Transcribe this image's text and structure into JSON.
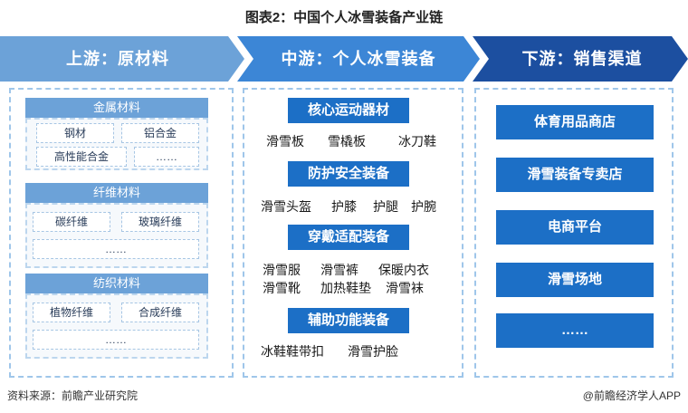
{
  "title": "图表2：中国个人冰雪装备产业链",
  "colors": {
    "chevron_light": "#6ca2d8",
    "chevron_mid": "#3c86d6",
    "chevron_dark": "#1c4fa0",
    "box_blue": "#1c6fc6",
    "dash": "#9fc6ea"
  },
  "stages": {
    "upstream": "上游：原材料",
    "midstream": "中游：个人冰雪装备",
    "downstream": "下游：销售渠道"
  },
  "upstream": {
    "metal": {
      "title": "金属材料",
      "items": [
        "钢材",
        "铝合金",
        "高性能合金",
        "……"
      ]
    },
    "fiber": {
      "title": "纤维材料",
      "items": [
        "碳纤维",
        "玻璃纤维",
        "……"
      ]
    },
    "textile": {
      "title": "纺织材料",
      "items": [
        "植物纤维",
        "合成纤维",
        "……"
      ]
    }
  },
  "midstream": {
    "core": {
      "title": "核心运动器材",
      "items": [
        "滑雪板",
        "雪橇板",
        "冰刀鞋"
      ]
    },
    "protect": {
      "title": "防护安全装备",
      "items": [
        "滑雪头盔",
        "护膝",
        "护腿",
        "护腕"
      ]
    },
    "wear": {
      "title": "穿戴适配装备",
      "items": [
        "滑雪服",
        "滑雪裤",
        "保暖内衣",
        "滑雪靴",
        "加热鞋垫",
        "滑雪袜"
      ]
    },
    "aux": {
      "title": "辅助功能装备",
      "items": [
        "冰鞋鞋带扣",
        "滑雪护脸"
      ]
    }
  },
  "downstream": {
    "items": [
      "体育用品商店",
      "滑雪装备专卖店",
      "电商平台",
      "滑雪场地",
      "……"
    ]
  },
  "footer": {
    "source": "资料来源：前瞻产业研究院",
    "brand": "@前瞻经济学人APP"
  }
}
